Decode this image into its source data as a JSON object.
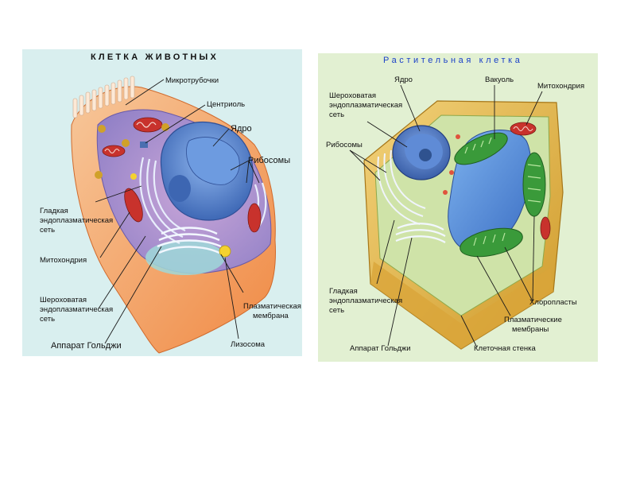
{
  "animal_cell": {
    "title": "КЛЕТКА ЖИВОТНЫХ",
    "labels": {
      "microtubules": "Микротрубочки",
      "centriole": "Центриоль",
      "nucleus": "Ядро",
      "ribosomes": "Рибосомы",
      "smooth_er": [
        "Гладкая",
        "эндоплазматическая",
        "сеть"
      ],
      "mitochondria": "Митохондрия",
      "rough_er": [
        "Шероховатая",
        "эндоплазматическая",
        "сеть"
      ],
      "golgi": "Аппарат Гольджи",
      "plasma_membrane": [
        "Плазматическая",
        "мембрана"
      ],
      "lysosome": "Лизосома"
    }
  },
  "plant_cell": {
    "title": "Растительная клетка",
    "labels": {
      "rough_er": [
        "Шероховатая",
        "эндоплазматическая",
        "сеть"
      ],
      "nucleus": "Ядро",
      "vacuole": "Вакуоль",
      "mitochondria": "Митохондрия",
      "ribosomes": "Рибосомы",
      "smooth_er": [
        "Гладкая",
        "эндоплазматическая",
        "сеть"
      ],
      "golgi": "Аппарат Гольджи",
      "chloroplasts": "Хлоропласты",
      "plasma_membranes": [
        "Плазматические",
        "мембраны"
      ],
      "cell_wall": "Клеточная стенка"
    }
  },
  "colors": {
    "animal_background": "#d9efef",
    "plant_background": "#e2f0d2",
    "nucleus": "#4f7cc4",
    "mitochondria": "#c8322c",
    "chloroplast": "#3a9a3a",
    "cell_wall": "#e3b43e",
    "plant_title": "#1a40c8"
  }
}
